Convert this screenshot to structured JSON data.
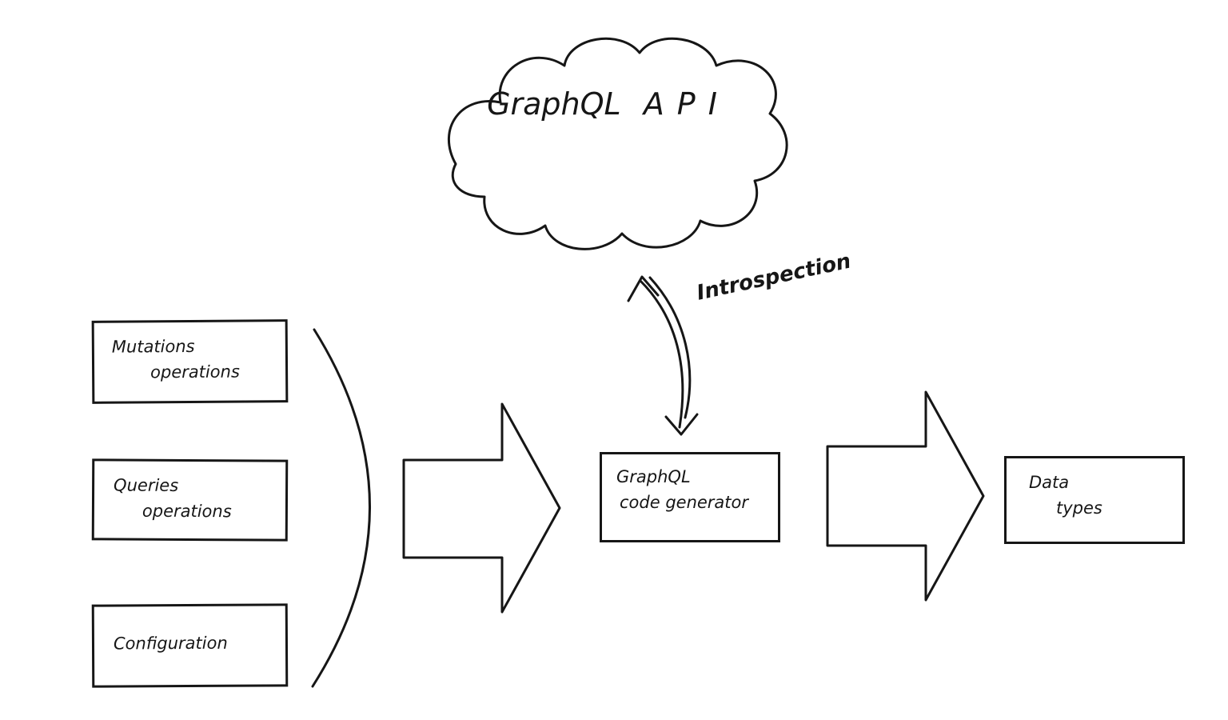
{
  "colors": {
    "ink": "#161616",
    "paper": "#ffffff"
  },
  "cloud": {
    "line1": "GraphQL",
    "line2": "API"
  },
  "introspection": {
    "label": "Introspection"
  },
  "inputs": [
    {
      "lines": [
        "Mutations",
        "operations"
      ]
    },
    {
      "lines": [
        "Queries",
        "operations"
      ]
    },
    {
      "lines": [
        "Configuration"
      ]
    }
  ],
  "generator": {
    "lines": [
      "GraphQL",
      "code generator"
    ]
  },
  "output": {
    "lines": [
      "Data",
      "types"
    ]
  }
}
